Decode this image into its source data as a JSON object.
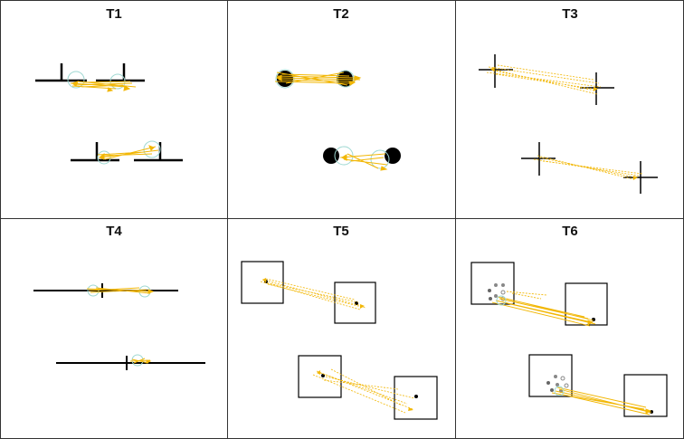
{
  "colors": {
    "trace": "#f2b705",
    "trace_light": "#f7d35c",
    "marker": "#9fd8d2",
    "ink": "#000000",
    "frame": "#333333",
    "background": "#ffffff"
  },
  "panels": [
    {
      "id": "T1",
      "title": "T1",
      "stimulus": "T-bar pairs"
    },
    {
      "id": "T2",
      "title": "T2",
      "stimulus": "dot pairs"
    },
    {
      "id": "T3",
      "title": "T3",
      "stimulus": "cross pairs"
    },
    {
      "id": "T4",
      "title": "T4",
      "stimulus": "line with tick"
    },
    {
      "id": "T5",
      "title": "T5",
      "stimulus": "box pairs with dots"
    },
    {
      "id": "T6",
      "title": "T6",
      "stimulus": "box pairs with dot arrays"
    }
  ]
}
